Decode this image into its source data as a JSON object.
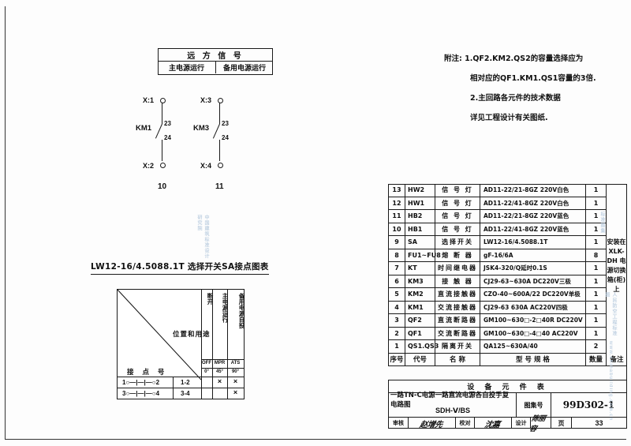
{
  "remote_signal": {
    "title": "远 方 信 号",
    "left_cell": "主电源运行",
    "right_cell": "备用电源运行"
  },
  "circuit": {
    "branch1": {
      "top_terminal": "X:1",
      "bottom_terminal": "X:2",
      "device": "KM1",
      "contact_top": "23",
      "contact_bottom": "24",
      "wire_number": "10"
    },
    "branch2": {
      "top_terminal": "X:3",
      "bottom_terminal": "X:4",
      "device": "KM3",
      "contact_top": "23",
      "contact_bottom": "24",
      "wire_number": "11"
    }
  },
  "sa_chart": {
    "caption": "LW12-16/4.5088.1T  选择开关SA接点图表",
    "axis_position_use": "位置和用途",
    "axis_contact_number": "接 点 号",
    "columns": [
      {
        "vertical_label": "断开",
        "code": "OFF",
        "angle": "0°"
      },
      {
        "vertical_label": "主电源运行",
        "code": "MPR",
        "angle": "45°"
      },
      {
        "vertical_label": "备用电源自投",
        "code": "ATS",
        "angle": "90°"
      }
    ],
    "rows": [
      {
        "symbol": "1○—|—|—○2",
        "pair": "1-2",
        "marks": [
          "",
          "×",
          "×"
        ]
      },
      {
        "symbol": "3○—|—|—○4",
        "pair": "3-4",
        "marks": [
          "",
          "",
          "×"
        ]
      }
    ]
  },
  "notes": {
    "prefix": "附注:",
    "line1": "1.QF2.KM2.QS2的容量选择应为",
    "line2": "相对应的QF1.KM1.QS1容量的3倍.",
    "line3": "2.主回路各元件的技术数据",
    "line4": "详见工程设计有关图纸."
  },
  "component_table": {
    "headers": {
      "no": "序号",
      "code": "代号",
      "name": "名 称",
      "spec": "型 号   规 格",
      "qty": "数量",
      "remark": "备注"
    },
    "caption": "设 备 元 件 表",
    "remark_text": "安装在 XLK-DH 电源切换箱(柜) 上",
    "rows": [
      {
        "no": "13",
        "code": "HW2",
        "name": "信 号 灯",
        "spec": "AD11-22/21-8GZ  220V白色",
        "qty": "1"
      },
      {
        "no": "12",
        "code": "HW1",
        "name": "信 号 灯",
        "spec": "AD11-22/41-8GZ  220V白色",
        "qty": "1"
      },
      {
        "no": "11",
        "code": "HB2",
        "name": "信 号 灯",
        "spec": "AD11-22/21-8GZ  220V蓝色",
        "qty": "1"
      },
      {
        "no": "10",
        "code": "HB1",
        "name": "信 号 灯",
        "spec": "AD11-22/41-8GZ  220V蓝色",
        "qty": "1"
      },
      {
        "no": "9",
        "code": "SA",
        "name": "选择开关",
        "spec": "LW12-16/4.5088.1T",
        "qty": "1"
      },
      {
        "no": "8",
        "code": "FU1~FU8",
        "name": "熔 断 器",
        "spec": "gF-16/6A",
        "qty": "8"
      },
      {
        "no": "7",
        "code": "KT",
        "name": "时间继电器",
        "spec": "JSK4-320/Q延时0.1S",
        "qty": "1"
      },
      {
        "no": "6",
        "code": "KM3",
        "name": "接 触 器",
        "spec": "CJ29-63~630A DC220V三极",
        "qty": "1"
      },
      {
        "no": "5",
        "code": "KM2",
        "name": "直流接触器",
        "spec": "CZO-40~600A/22 DC220V单极",
        "qty": "1"
      },
      {
        "no": "4",
        "code": "KM1",
        "name": "交流接触器",
        "spec": "CJ29-63 630A AC220V四极",
        "qty": "1"
      },
      {
        "no": "3",
        "code": "QF2",
        "name": "直流断路器",
        "spec": "GM100~630□-2□40R DC220V",
        "qty": "1"
      },
      {
        "no": "2",
        "code": "QF1",
        "name": "交流断路器",
        "spec": "GM100~630□-4□40 AC220V",
        "qty": "1"
      },
      {
        "no": "1",
        "code": "QS1.QS3",
        "name": "隔离开关",
        "spec": "QA125~630A/40",
        "qty": "2"
      }
    ]
  },
  "title_block": {
    "drawing_title_line1": "一路TN-C电源一路直流电源各自投手复电路图",
    "drawing_title_line2": "SDH-Ⅴ/BS",
    "atlas_label": "图集号",
    "atlas_number": "99D302-1",
    "review_label": "审核",
    "review_name": "赵增先",
    "check_label": "校对",
    "check_name": "沈嘉",
    "design_label": "设计",
    "design_name": "陈丽容",
    "page_label": "页",
    "page_number": "33"
  },
  "watermarks": {
    "w1": "中国建筑标准设计研究院",
    "w2": "标准图集",
    "w3": "www.chinabuilding.com.cn",
    "w4": "人民防空工程标准图"
  },
  "colors": {
    "ink": "#101010",
    "paper": "#fdfdfd",
    "watermark": "#b9ccdf"
  }
}
